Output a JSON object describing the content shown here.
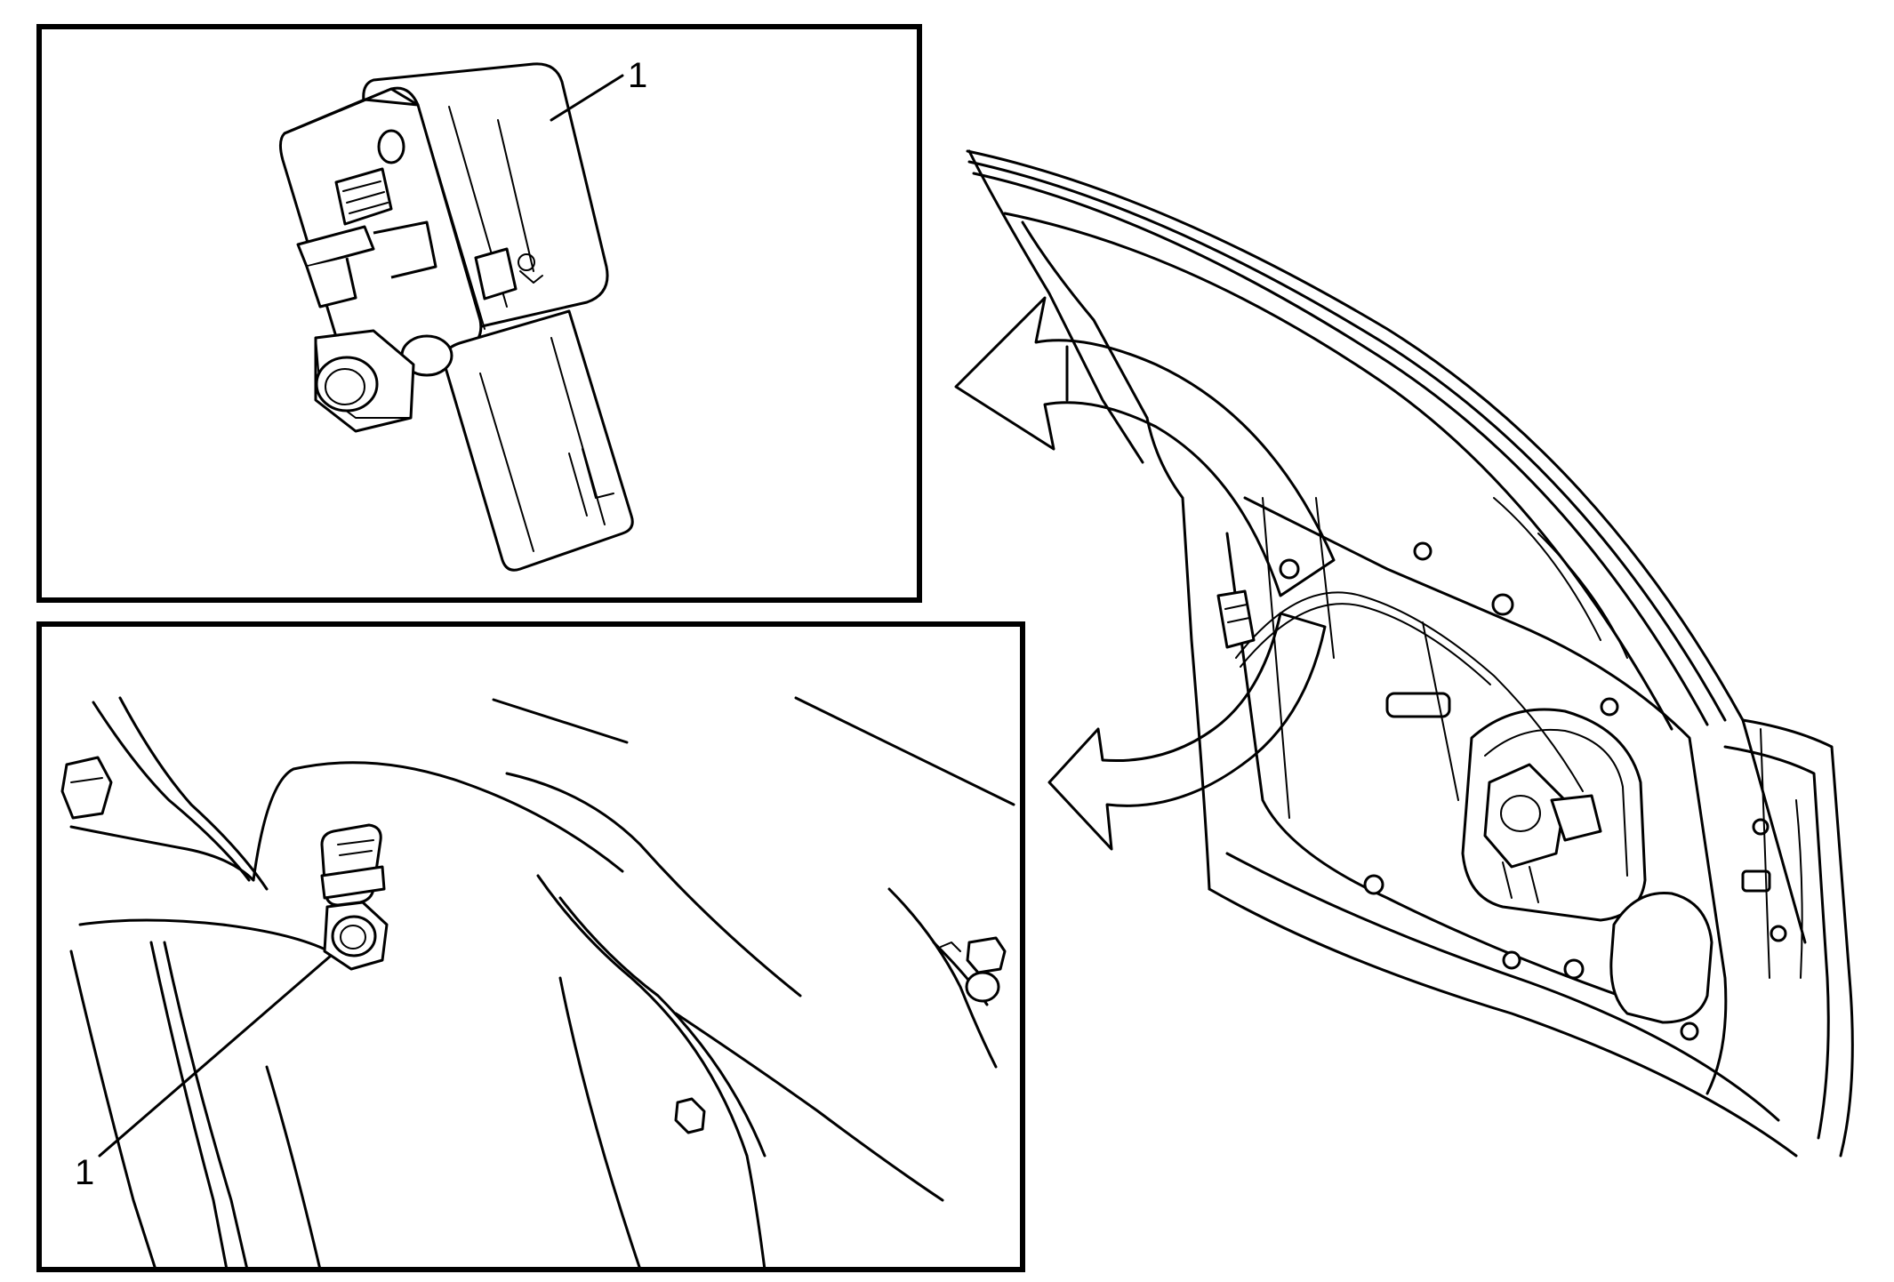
{
  "figure": {
    "kind": "service-manual-line-drawing",
    "callouts": {
      "top_inset": "1",
      "bottom_inset": "1"
    },
    "colors": {
      "ink": "#000000",
      "paper": "#ffffff"
    },
    "icons": {
      "sensor": "side-impact-sensor",
      "fastener": "hex-nut",
      "arrows": "curved-pointer-arrows",
      "door": "front-door-inner-panel"
    }
  }
}
